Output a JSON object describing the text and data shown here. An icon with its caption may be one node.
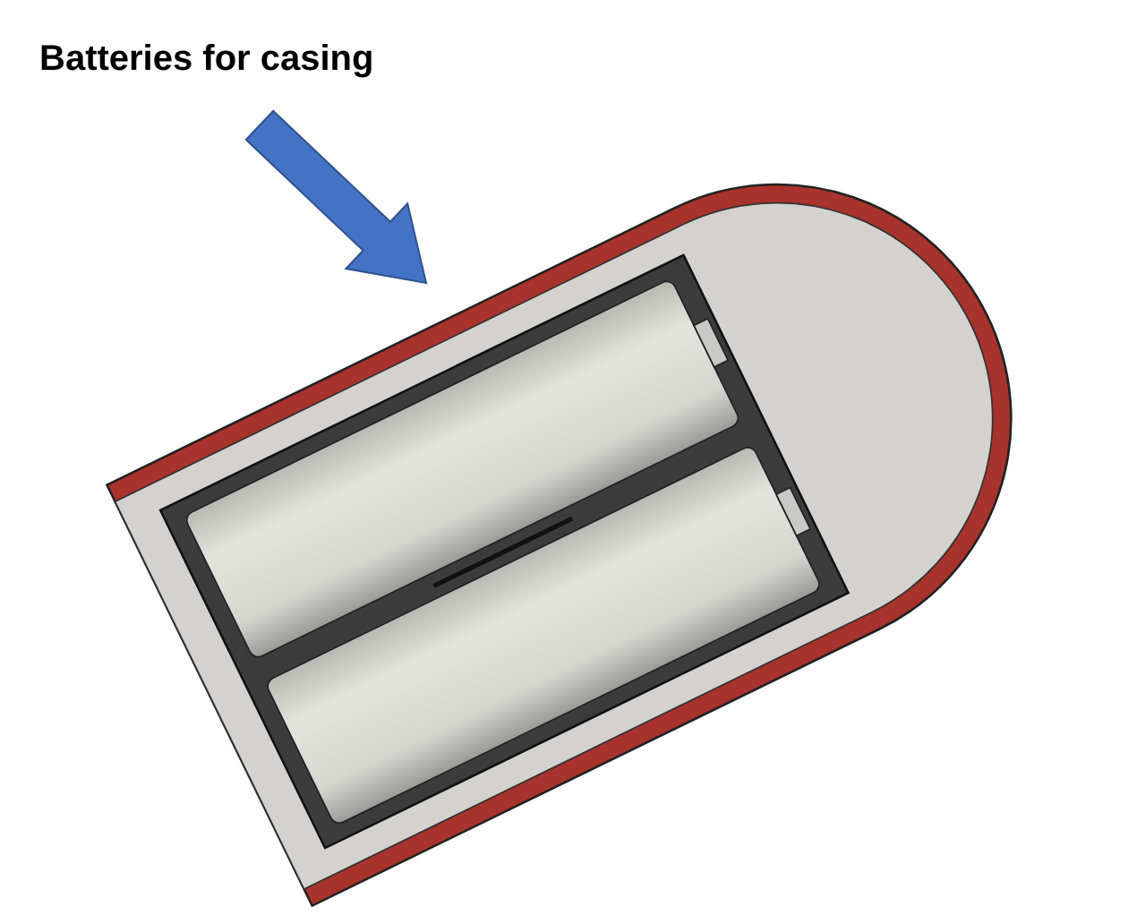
{
  "diagram": {
    "nodes": [
      {
        "text": [
          "Batteries for casing"
        ]
      },
      {
        "text": [],
        "shape": "picture"
      }
    ],
    "edges": [
      {
        "from": 0,
        "to": 1,
        "arrow": "to",
        "style": "thick"
      }
    ]
  }
}
